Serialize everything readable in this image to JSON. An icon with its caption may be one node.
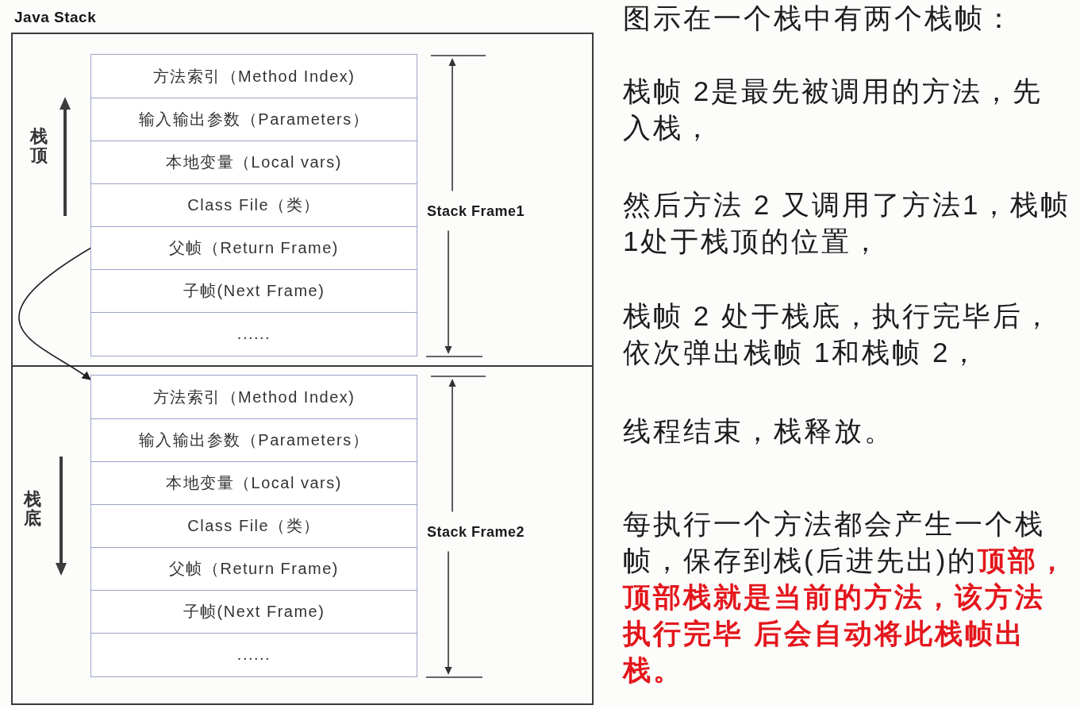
{
  "diagram": {
    "nodes": [
      {
        "text": [
          "Java Stack"
        ]
      },
      {
        "text": [],
        "shape": "box",
        "in": 0,
        "beside": [
          "Stack Frame1"
        ]
      },
      {
        "text": [
          "方法索引（Method Index)"
        ],
        "in": 1
      },
      {
        "text": [
          "输入输出参数（Parameters）"
        ],
        "in": 1
      },
      {
        "text": [
          "本地变量（Local vars)"
        ],
        "in": 1
      },
      {
        "text": [
          "Class File（类）"
        ],
        "in": 1
      },
      {
        "text": [
          "父帧（Return Frame)"
        ],
        "in": 1
      },
      {
        "text": [
          "子帧(Next Frame)"
        ],
        "in": 1
      },
      {
        "text": [
          "......"
        ],
        "in": 1
      },
      {
        "text": [],
        "shape": "box",
        "in": 0,
        "beside": [
          "Stack Frame2"
        ]
      },
      {
        "text": [
          "方法索引（Method Index)"
        ],
        "in": 9
      },
      {
        "text": [
          "输入输出参数（Parameters）"
        ],
        "in": 9
      },
      {
        "text": [
          "本地变量（Local vars)"
        ],
        "in": 9
      },
      {
        "text": [
          "Class File（类）"
        ],
        "in": 9
      },
      {
        "text": [
          "父帧（Return Frame)"
        ],
        "in": 9
      },
      {
        "text": [
          "子帧(Next Frame)"
        ],
        "in": 9
      },
      {
        "text": [
          "......"
        ],
        "in": 9
      }
    ],
    "edges": [
      {
        "from": 6,
        "to": 9,
        "arrow": "to"
      }
    ],
    "labels": [
      "栈顶",
      "栈底",
      "图示在一个栈中有两个栈帧：",
      "栈帧 2是最先被调用的方法，先入栈，",
      "然后方法 2 又调用了方法1，栈帧 1处于栈顶的位置，",
      "栈帧 2 处于栈底，执行完毕后，依次弹出栈帧 1和栈帧 2，",
      "线程结束，栈释放。",
      "每执行一个方法都会产生一个栈帧，保存到栈(后进先出)的**顶部，顶部栈就是当前的方法，该方法执行完毕 后会自动将此栈帧出栈。**"
    ]
  }
}
